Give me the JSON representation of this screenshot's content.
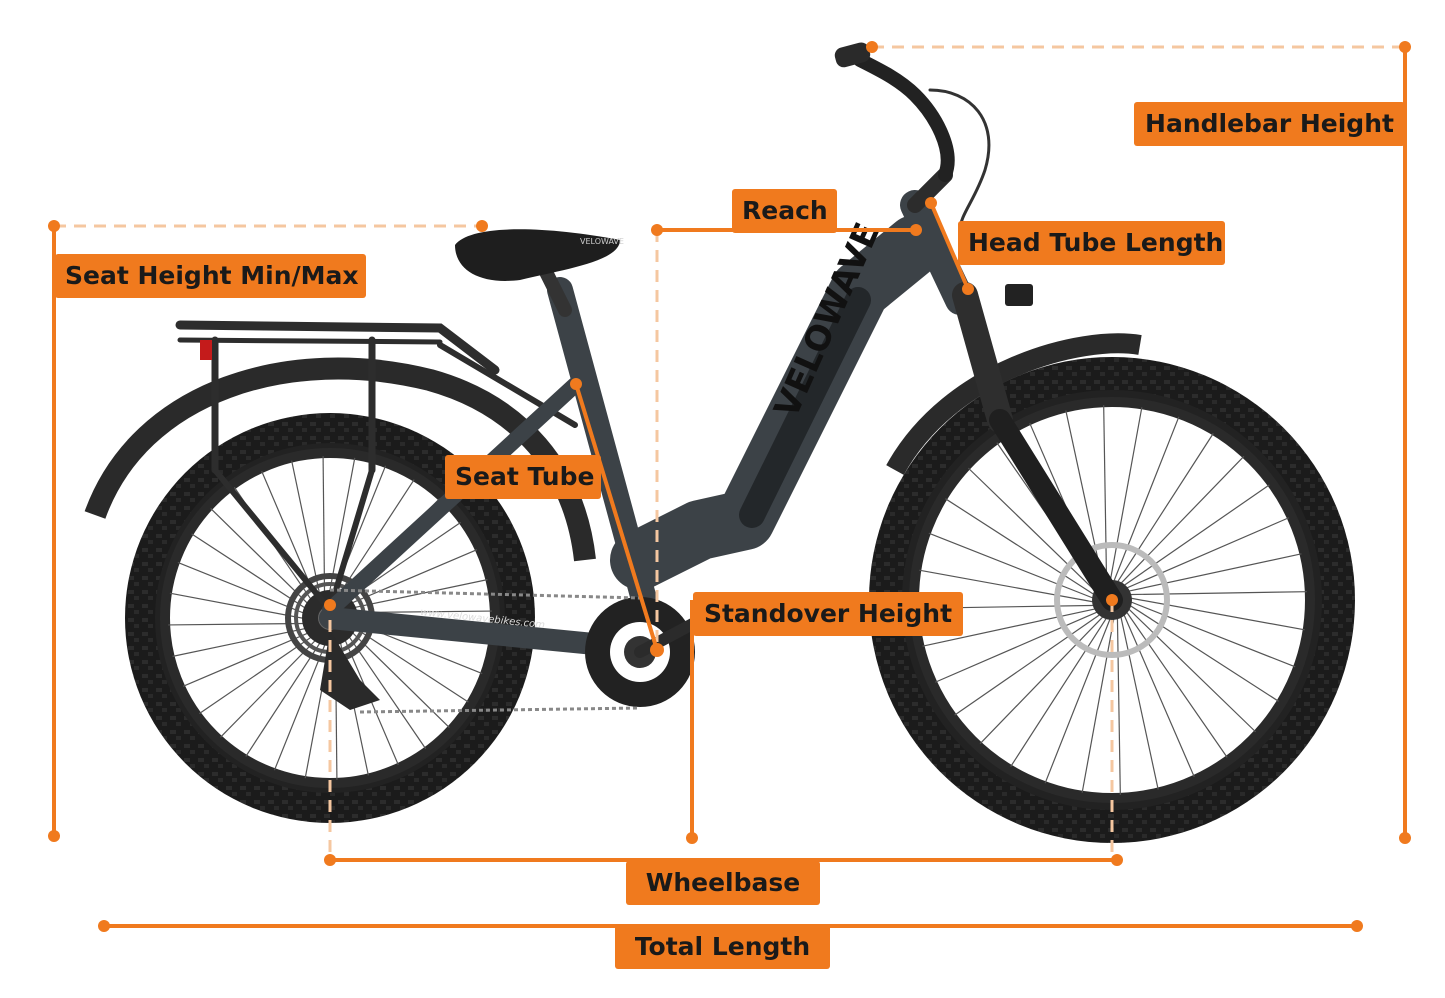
{
  "labels": {
    "handlebar_height": "Handlebar Height",
    "reach": "Reach",
    "head_tube_length": "Head Tube Length",
    "seat_height": "Seat Height Min/Max",
    "seat_tube": "Seat Tube",
    "standover_height": "Standover Height",
    "wheelbase": "Wheelbase",
    "total_length": "Total Length"
  },
  "brand": {
    "downtube_text": "VELOWAVE",
    "chainstay_text": "www.velowavebikes.com",
    "saddle_text": "VELOWAVE"
  },
  "colors": {
    "accent": "#f07a1e",
    "frame": "#3c4247",
    "tire": "#1b1b1b",
    "guide_dashed": "#f5c7a0"
  }
}
